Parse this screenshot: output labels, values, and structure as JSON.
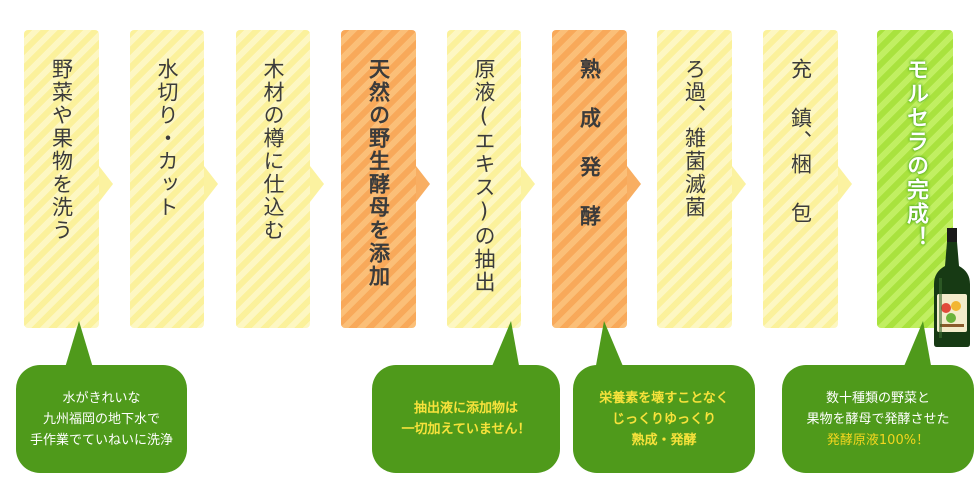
{
  "steps": [
    {
      "label": "野菜や果物を洗う",
      "style": "yellow"
    },
    {
      "label": "水切り・カット",
      "style": "yellow"
    },
    {
      "label": "木材の樽に仕込む",
      "style": "yellow"
    },
    {
      "label": "天然の野生酵母を添加",
      "style": "orange"
    },
    {
      "label": "原液(エキス)の抽出",
      "style": "yellow"
    },
    {
      "label": "熟 成 発 酵",
      "style": "orange"
    },
    {
      "label": "ろ過、雑菌滅菌",
      "style": "yellow"
    },
    {
      "label": "充 鎮、梱 包",
      "style": "yellow"
    },
    {
      "label": "モルセラの完成！",
      "style": "green"
    }
  ],
  "bubbles": {
    "wash": {
      "lines": [
        "水がきれいな",
        "九州福岡の地下水で",
        "手作業でていねいに洗浄"
      ]
    },
    "extract": {
      "lines": [
        "抽出液に添加物は",
        "一切加えていません！"
      ]
    },
    "ferment": {
      "lines": [
        "栄養素を壊すことなく",
        "じっくりゆっくり",
        "熟成・発酵"
      ]
    },
    "complete": {
      "lines": [
        "数十種類の野菜と",
        "果物を酵母で発酵させた"
      ],
      "highlight": "発酵原液100%！"
    }
  },
  "colors": {
    "yellow_step": "#fbf19b",
    "orange_step": "#f8a95a",
    "green_step": "#a9e23e",
    "bubble": "#4f9a1b",
    "highlight": "#f3d61f"
  },
  "icons": {
    "product": "bottle-icon"
  }
}
